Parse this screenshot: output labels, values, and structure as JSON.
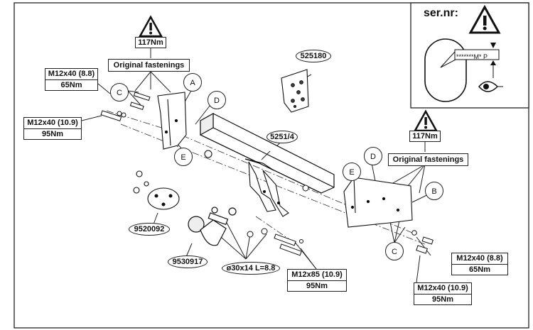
{
  "ser_nr_label": "ser.nr:",
  "plate_code": "*******M* P",
  "torque_left": "117Nm",
  "torque_right": "117Nm",
  "original_fastenings_left": "Original fastenings",
  "original_fastenings_right": "Original fastenings",
  "spec_tl": {
    "bolt": "M12x40 (8.8)",
    "torque": "65Nm"
  },
  "spec_ml": {
    "bolt": "M12x40 (10.9)",
    "torque": "95Nm"
  },
  "spec_bm": {
    "bolt": "M12x85 (10.9)",
    "torque": "95Nm"
  },
  "spec_br1": {
    "bolt": "M12x40 (8.8)",
    "torque": "65Nm"
  },
  "spec_br2": {
    "bolt": "M12x40 (10.9)",
    "torque": "95Nm"
  },
  "part_525180": "525180",
  "part_5251_4": "5251/4",
  "part_9520092": "9520092",
  "part_9530917": "9530917",
  "pin_spec": "ø30x14 L=8.8",
  "callouts": {
    "A": "A",
    "B": "B",
    "C1": "C",
    "C2": "C",
    "D1": "D",
    "D2": "D",
    "E1": "E",
    "E2": "E"
  }
}
